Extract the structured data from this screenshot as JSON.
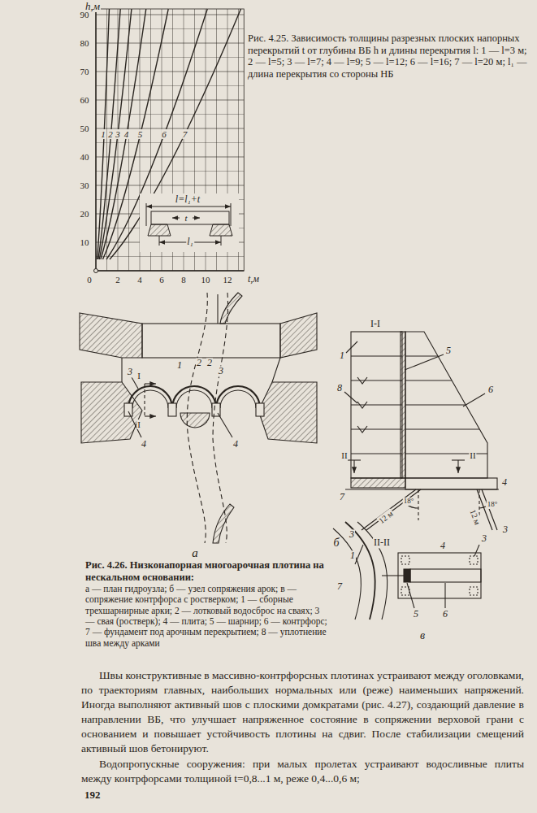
{
  "diagram": {
    "labels": [
      "h,м",
      "90",
      "80",
      "70",
      "60",
      "50",
      "40",
      "30",
      "20",
      "10",
      "0",
      "2",
      "4",
      "6",
      "8",
      "10",
      "12",
      "t,м",
      "1",
      "2",
      "3",
      "4",
      "5",
      "6",
      "7",
      "l=l₁+t",
      "t",
      "l₁",
      "Рис. 4.25. Зависимость толщины разрезных плоских напорных перекрытий t от глубины ВБ h и длины перекрытия l: 1 — l=3 м; 2 — l=5; 3 — l=7; 4 — l=9; 5 — l=12; 6 — l=16; 7 — l=20 м; l₁ — длина перекрытия со стороны НБ",
      "3",
      "1",
      "2",
      "2",
      "3",
      "I",
      "I",
      "4",
      "4",
      "а",
      "I-I",
      "1",
      "5",
      "8",
      "6",
      "II",
      "II",
      "7",
      "4",
      "3",
      "3",
      "18°",
      "18°",
      "12 м",
      "12 м",
      "б",
      "II-II",
      "1",
      "4",
      "3",
      "7",
      "5",
      "6",
      "в",
      "Рис. 4.26. Низконапорная многоарочная плотина на нескальном основании:",
      "а — план гидроузла; б — узел сопряжения арок; в — сопряжение контрфорса с ростверком; 1 — сборные трехшарнирные арки; 2 — лотковый водосброс на сваях; 3 — свая (ростверк); 4 — плита; 5 — шарнир; 6 — контрфорс; 7 — фундамент под арочным перекрытием; 8 — уплотнение шва между арками",
      "Швы конструктивные в массивно-контрфорсных плотинах устраивают между оголовками, по траекториям главных, наибольших нормальных или (реже) наименьших напряжений. Иногда выполняют активный шов с плоскими домкратами (рис. 4.27), создающий давление в направлении ВБ, что улучшает напряженное состояние в сопряжении верховой грани с основанием и повышает устойчивость плотины на сдвиг. После стабилизации смещений активный шов бетонируют.",
      "Водопропускные сооружения: при малых пролетах устраивают водосливные плиты между контрфорсами толщиной t=0,8...1 м, реже 0,4...0,6 м;",
      "192"
    ]
  }
}
